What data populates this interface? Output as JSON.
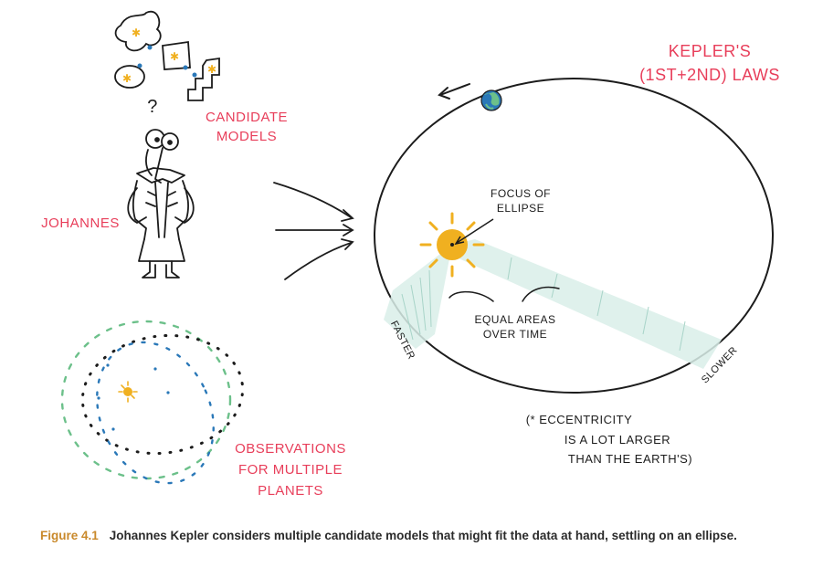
{
  "labels": {
    "title_line1": "KEPLER'S",
    "title_line2": "(1st+2nd) LAWS",
    "candidate_line1": "CANDIDATE",
    "candidate_line2": "MODELS",
    "johannes": "JOHANNES",
    "focus_line1": "FOCUS OF",
    "focus_line2": "ELLIPSE",
    "equal_line1": "EQUAL AREAS",
    "equal_line2": "OVER TIME",
    "faster": "FASTER",
    "slower": "SLOWER",
    "ecc_line1": "(* ECCENTRICITY",
    "ecc_line2": "IS A LOT LARGER",
    "ecc_line3": "THAN THE EARTH'S)",
    "obs_line1": "OBSERVATIONS",
    "obs_line2": "FOR MULTIPLE",
    "obs_line3": "PLANETS",
    "question": "?"
  },
  "caption": {
    "number": "Figure 4.1",
    "text": "Johannes Kepler considers multiple candidate models that might fit the data at hand, settling on an ellipse."
  },
  "colors": {
    "label_red": "#e83e5a",
    "caption_number": "#c9892b",
    "sun": "#f0b020",
    "sweep_fill": "#d9efe9",
    "green_dots": "#6cc08a",
    "blue_dots": "#2a78b8",
    "black_dots": "#1c1c1c"
  },
  "icons": [
    "sun-icon",
    "earth-icon",
    "kepler-figure",
    "orbit-arrow-icon"
  ]
}
